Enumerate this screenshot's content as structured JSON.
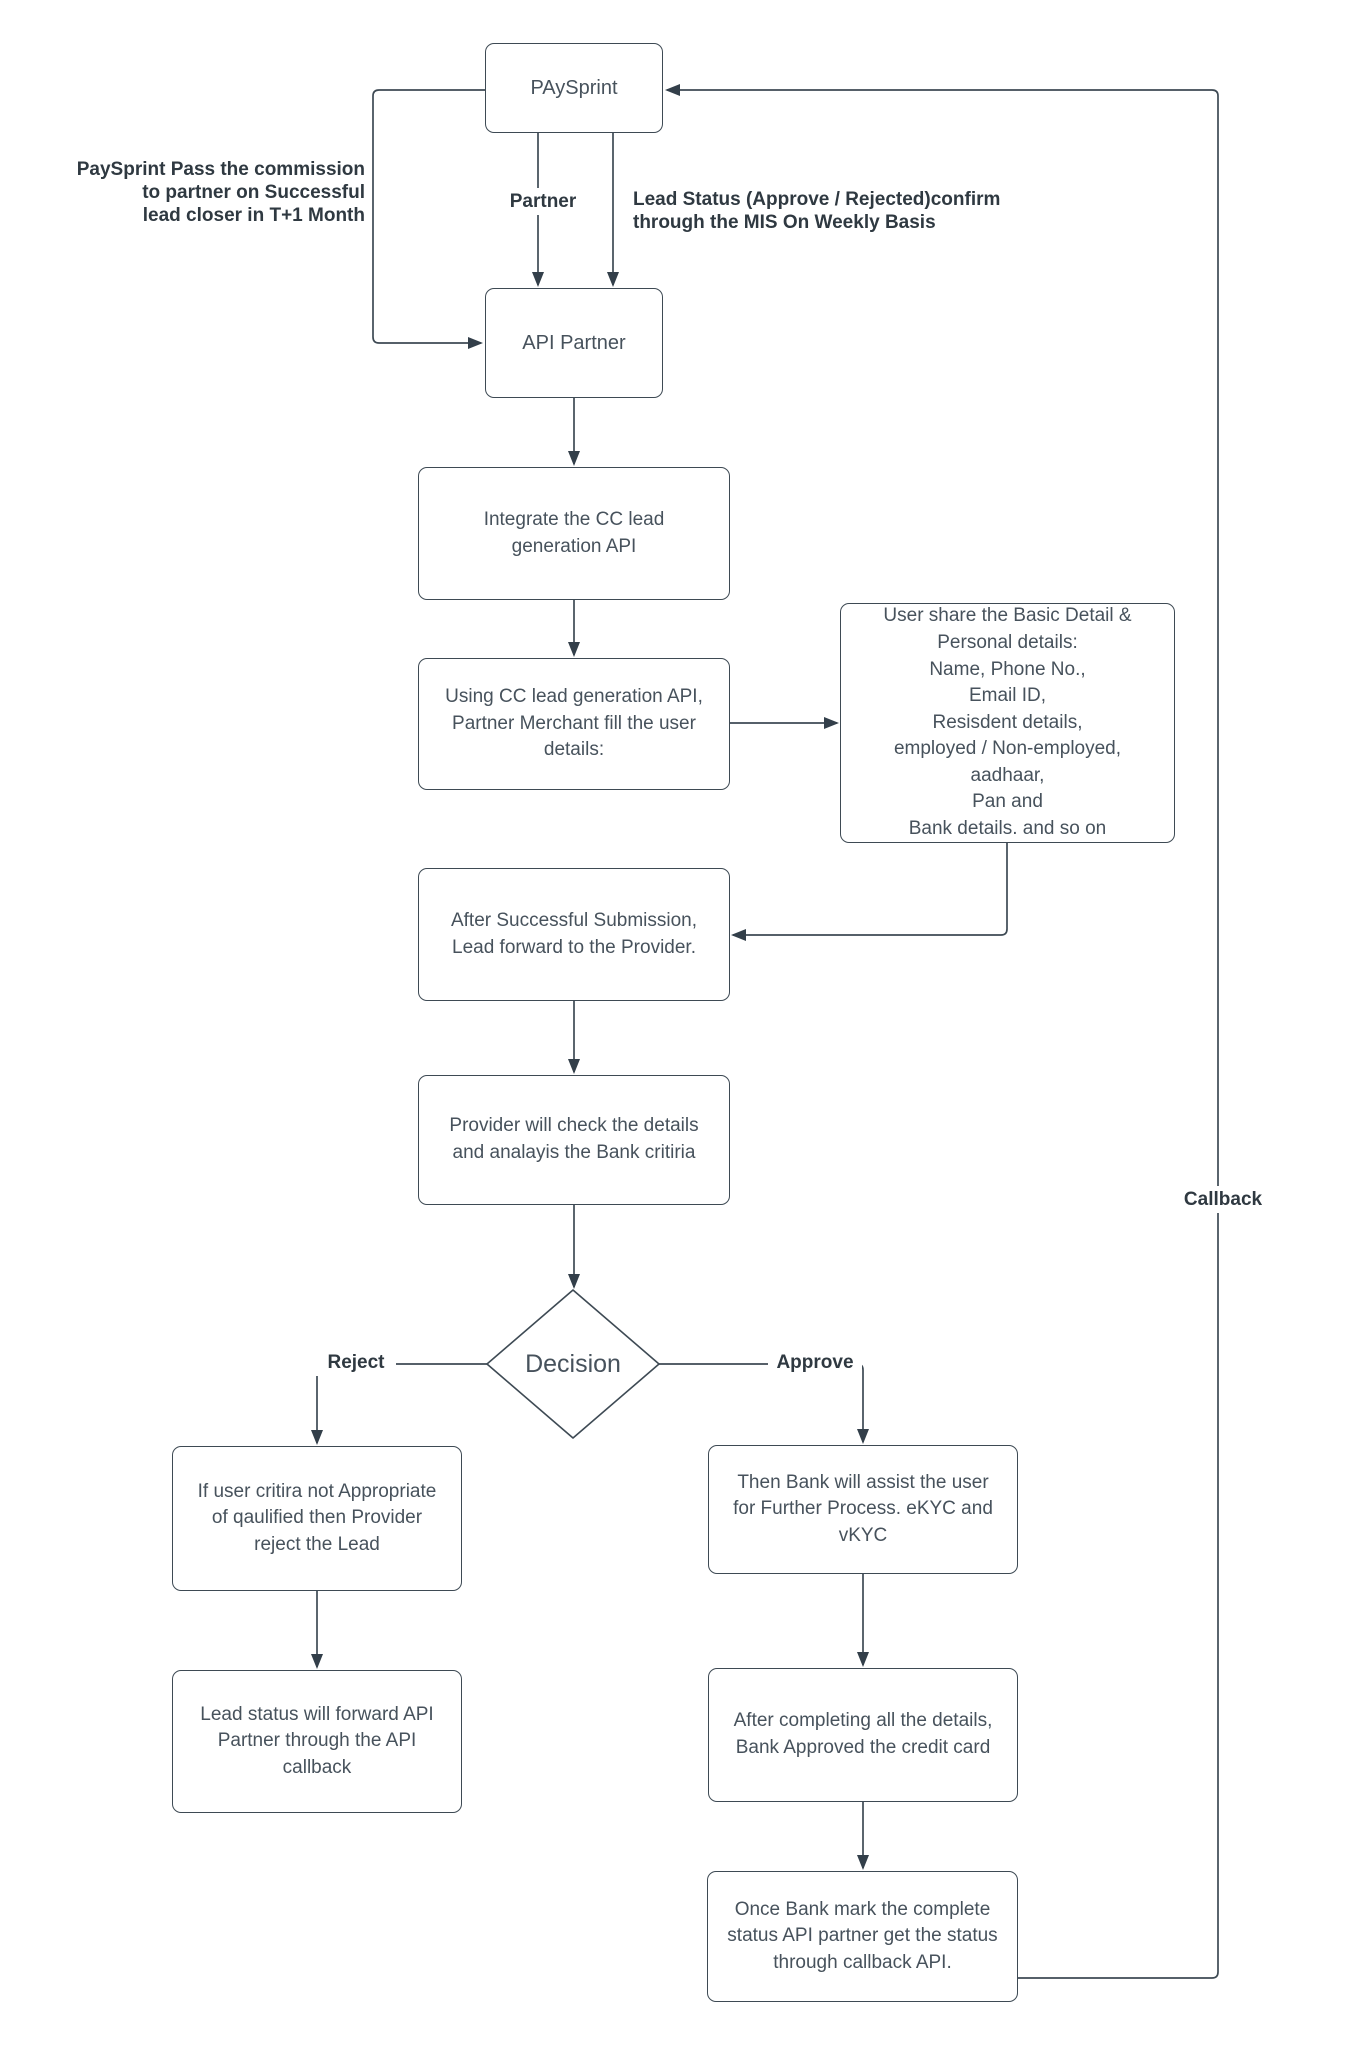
{
  "flowchart": {
    "nodes": {
      "paysprint": "PAySprint",
      "api_partner": "API Partner",
      "integrate": "Integrate the CC lead\ngeneration API",
      "using_api": "Using CC lead generation API,\nPartner Merchant fill the user\ndetails:",
      "user_share": "User share the Basic Detail &\nPersonal details:\nName, Phone No.,\nEmail ID,\nResisdent details,\nemployed / Non-employed,\naadhaar,\nPan and\nBank details. and so on",
      "after_submission": "After Successful Submission,\nLead forward to the Provider.",
      "provider_check": "Provider will check the details\nand analayis the Bank critiria",
      "decision": "Decision",
      "reject_lead": "If user critira not Appropriate\nof qaulified then Provider\nreject the Lead",
      "lead_status_callback": "Lead status will forward API\nPartner through the API\ncallback",
      "bank_assist": "Then Bank will assist the user\nfor Further Process. eKYC and\nvKYC",
      "bank_approved": "After completing all the details,\nBank Approved the credit card",
      "once_complete": "Once Bank mark the complete\nstatus API partner get the status\nthrough callback API."
    },
    "edge_labels": {
      "commission": "PaySprint Pass the commission\nto partner on Successful\nlead closer in T+1 Month",
      "partner": "Partner",
      "lead_status": "Lead Status (Approve / Rejected)confirm\nthrough the MIS On Weekly Basis",
      "reject": "Reject",
      "approve": "Approve",
      "callback": "Callback"
    },
    "edges": [
      {
        "from": "paysprint",
        "to": "api_partner",
        "label": "Partner"
      },
      {
        "from": "paysprint",
        "to": "api_partner",
        "label": "Lead Status (Approve / Rejected)confirm through the MIS On Weekly Basis"
      },
      {
        "from": "paysprint",
        "to": "api_partner",
        "label": "PaySprint Pass the commission to partner on Successful lead closer in T+1 Month"
      },
      {
        "from": "api_partner",
        "to": "integrate",
        "label": ""
      },
      {
        "from": "integrate",
        "to": "using_api",
        "label": ""
      },
      {
        "from": "using_api",
        "to": "user_share",
        "label": ""
      },
      {
        "from": "user_share",
        "to": "after_submission",
        "label": ""
      },
      {
        "from": "after_submission",
        "to": "provider_check",
        "label": ""
      },
      {
        "from": "provider_check",
        "to": "decision",
        "label": ""
      },
      {
        "from": "decision",
        "to": "reject_lead",
        "label": "Reject"
      },
      {
        "from": "decision",
        "to": "bank_assist",
        "label": "Approve"
      },
      {
        "from": "reject_lead",
        "to": "lead_status_callback",
        "label": ""
      },
      {
        "from": "bank_assist",
        "to": "bank_approved",
        "label": ""
      },
      {
        "from": "bank_approved",
        "to": "once_complete",
        "label": ""
      },
      {
        "from": "once_complete",
        "to": "paysprint",
        "label": "Callback"
      }
    ],
    "colors": {
      "line": "#3e4a54",
      "arrow_fill": "#333f4a",
      "node_border": "#3e4a54",
      "node_text": "#47525c",
      "label_text": "#2f3941",
      "background": "#ffffff"
    }
  }
}
